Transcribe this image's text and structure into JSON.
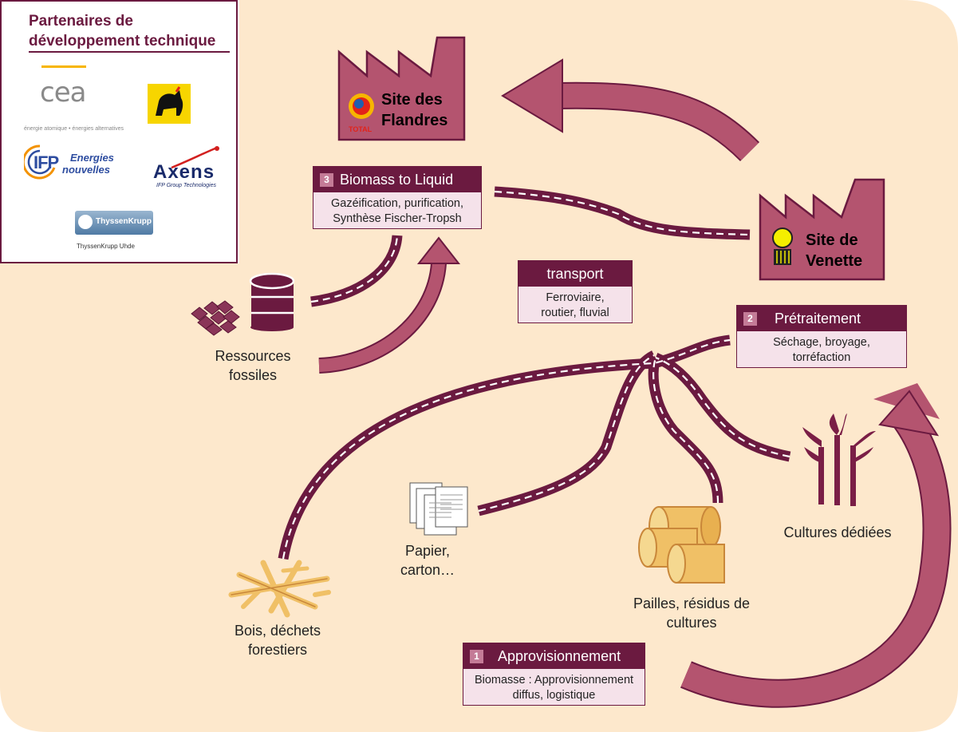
{
  "partners": {
    "title_line1": "Partenaires de",
    "title_line2": "développement technique",
    "logos": {
      "cea": {
        "name": "cea",
        "tagline": "énergie atomique • énergies alternatives"
      },
      "eni": {
        "name": "eni-dog-logo"
      },
      "ifp": {
        "mark": "IFP",
        "line1": "Energies",
        "line2": "nouvelles"
      },
      "axens": {
        "name": "Axens",
        "tagline": "IFP Group Technologies"
      },
      "thyssenkrupp": {
        "name": "ThyssenKrupp",
        "tagline": "ThyssenKrupp Uhde"
      }
    }
  },
  "sites": {
    "flandres": {
      "line1": "Site des",
      "line2": "Flandres",
      "logo": "TOTAL"
    },
    "venette": {
      "line1": "Site de",
      "line2": "Venette"
    }
  },
  "steps": {
    "btl": {
      "number": "3",
      "title": "Biomass to Liquid",
      "line1": "Gazéification, purification,",
      "line2": "Synthèse Fischer-Tropsh"
    },
    "transport": {
      "title": "transport",
      "line1": "Ferroviaire,",
      "line2": "routier, fluvial"
    },
    "pretraitement": {
      "number": "2",
      "title": "Prétraitement",
      "line1": "Séchage, broyage,",
      "line2": "torréfaction"
    },
    "approvisionnement": {
      "number": "1",
      "title": "Approvisionnement",
      "line1": "Biomasse : Approvisionnement",
      "line2": "diffus, logistique"
    }
  },
  "resources": {
    "fossiles": {
      "line1": "Ressources",
      "line2": "fossiles"
    },
    "bois": {
      "line1": "Bois, déchets",
      "line2": "forestiers"
    },
    "papier": {
      "line1": "Papier,",
      "line2": "carton…"
    },
    "pailles": {
      "line1": "Pailles, résidus de",
      "line2": "cultures"
    },
    "cultures": {
      "line1": "Cultures dédiées"
    }
  },
  "colors": {
    "background": "#fde8cc",
    "primary": "#6b1a40",
    "arrow": "#b4546f",
    "box_body": "#f5e2ea",
    "number_badge": "#c47b97"
  },
  "icons": [
    "factory-icon",
    "road-icon",
    "arrow-icon",
    "oil-barrel-icon",
    "coal-icon",
    "wood-icon",
    "paper-icon",
    "straw-bale-icon",
    "crop-icon",
    "total-logo-icon",
    "venette-logo-icon"
  ]
}
